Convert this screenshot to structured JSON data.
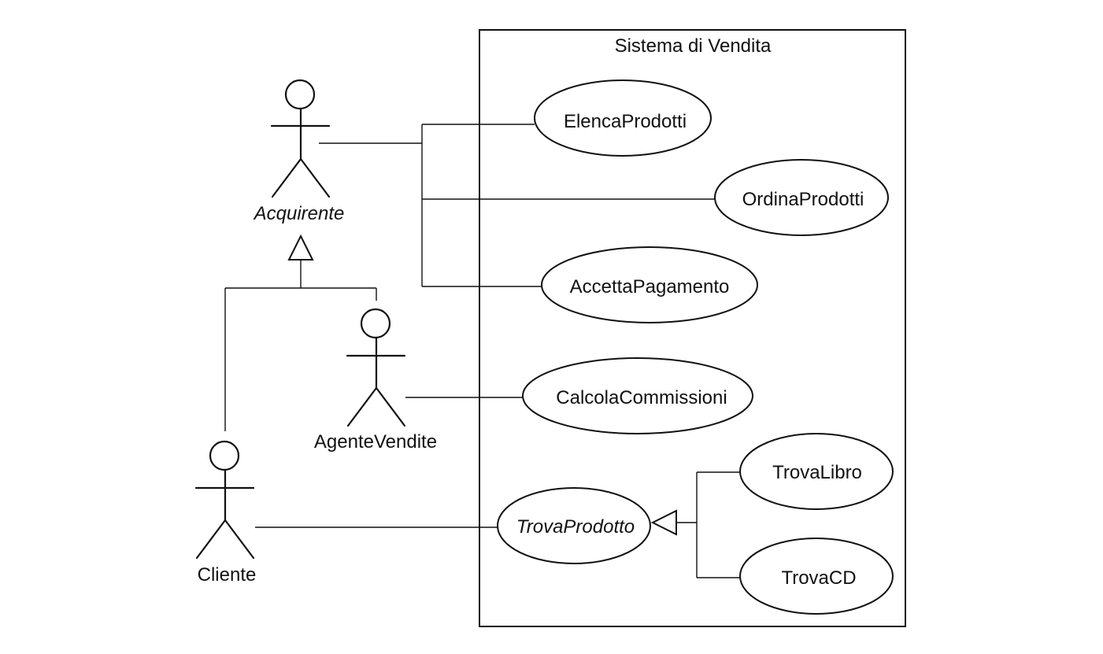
{
  "system": {
    "title": "Sistema di Vendita"
  },
  "actors": {
    "acquirente": {
      "label": "Acquirente",
      "abstract": true
    },
    "agente_vendite": {
      "label": "AgenteVendite",
      "abstract": false
    },
    "cliente": {
      "label": "Cliente",
      "abstract": false
    }
  },
  "use_cases": {
    "elenca_prodotti": {
      "label": "ElencaProdotti"
    },
    "ordina_prodotti": {
      "label": "OrdinaProdotti"
    },
    "accetta_pagamento": {
      "label": "AccettaPagamento"
    },
    "calcola_commissioni": {
      "label": "CalcolaCommissioni"
    },
    "trova_prodotto": {
      "label": "TrovaProdotto",
      "abstract": true
    },
    "trova_libro": {
      "label": "TrovaLibro"
    },
    "trova_cd": {
      "label": "TrovaCD"
    }
  },
  "associations": [
    [
      "Acquirente",
      "ElencaProdotti"
    ],
    [
      "Acquirente",
      "OrdinaProdotti"
    ],
    [
      "Acquirente",
      "AccettaPagamento"
    ],
    [
      "AgenteVendite",
      "CalcolaCommissioni"
    ],
    [
      "Cliente",
      "TrovaProdotto"
    ]
  ],
  "generalizations": [
    [
      "AgenteVendite",
      "Acquirente"
    ],
    [
      "Cliente",
      "Acquirente"
    ],
    [
      "TrovaLibro",
      "TrovaProdotto"
    ],
    [
      "TrovaCD",
      "TrovaProdotto"
    ]
  ]
}
